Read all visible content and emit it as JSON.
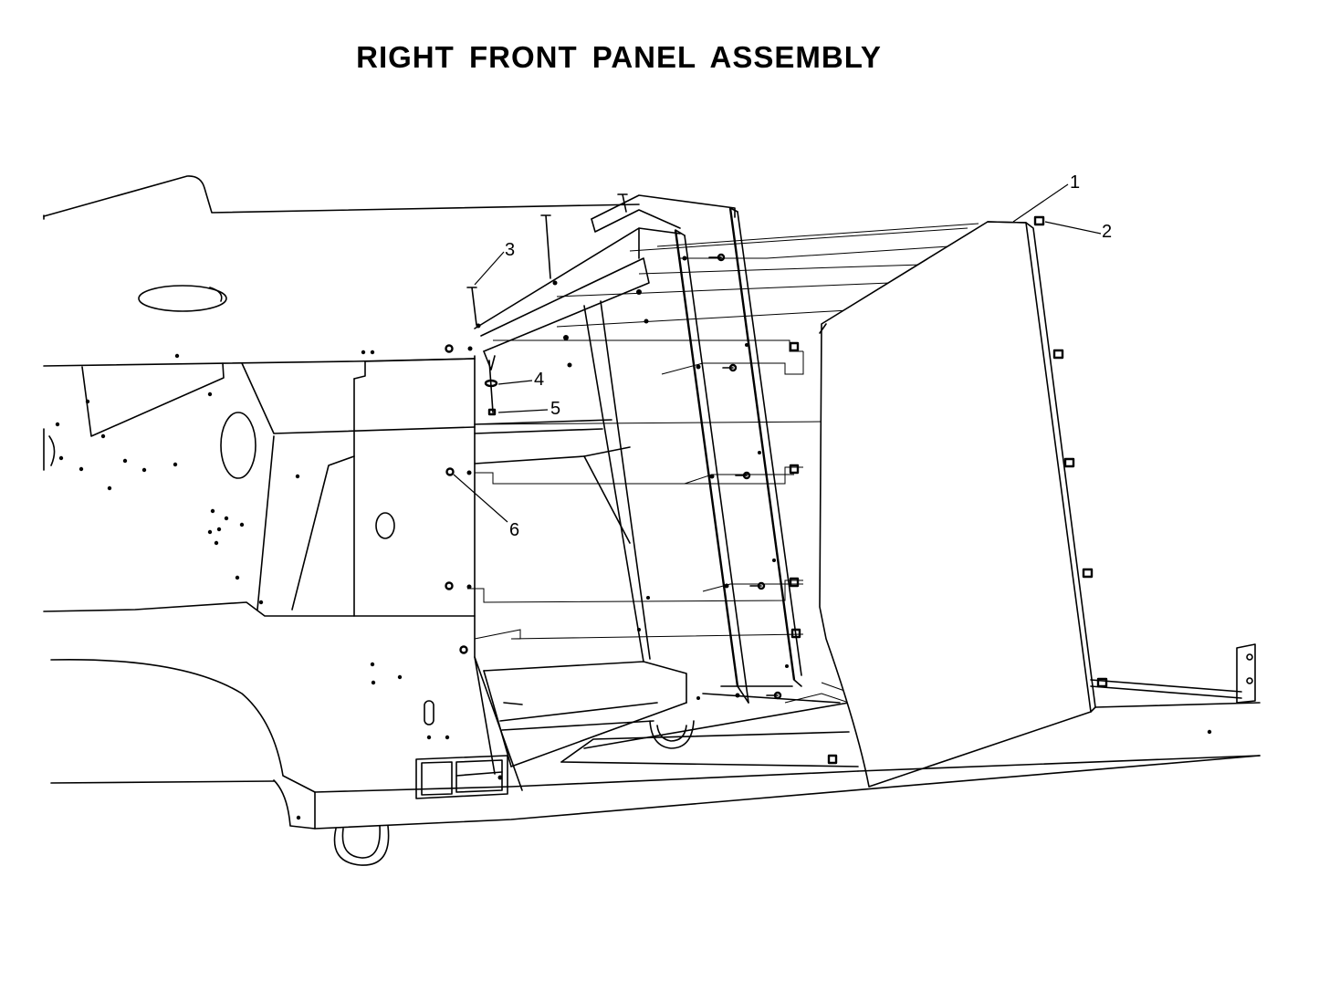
{
  "title": "RIGHT FRONT PANEL ASSEMBLY",
  "callouts": [
    {
      "id": "1",
      "label": "1"
    },
    {
      "id": "2",
      "label": "2"
    },
    {
      "id": "3",
      "label": "3"
    },
    {
      "id": "4",
      "label": "4"
    },
    {
      "id": "5",
      "label": "5"
    },
    {
      "id": "6",
      "label": "6"
    }
  ]
}
